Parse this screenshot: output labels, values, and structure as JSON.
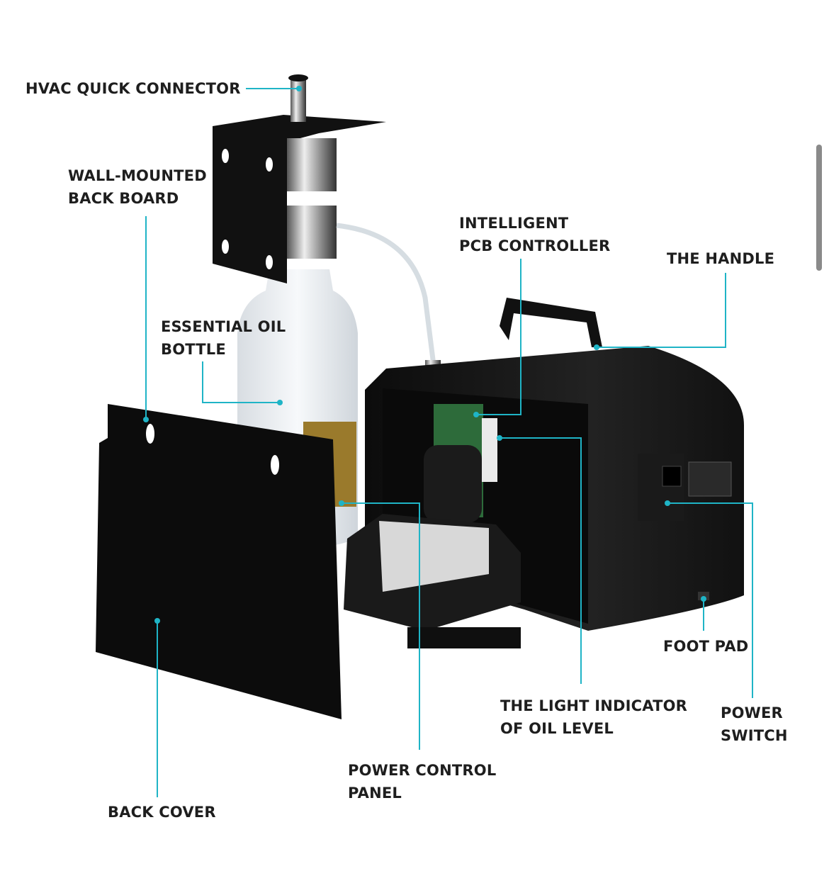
{
  "labels": {
    "hvac": "HVAC QUICK CONNECTOR",
    "backboard_1": "WALL-MOUNTED",
    "backboard_2": "BACK BOARD",
    "bottle_1": "ESSENTIAL OIL",
    "bottle_2": "BOTTLE",
    "pcb_1": "INTELLIGENT",
    "pcb_2": "PCB CONTROLLER",
    "handle": "THE HANDLE",
    "footpad": "FOOT PAD",
    "switch_1": "POWER",
    "switch_2": "SWITCH",
    "light_1": "THE LIGHT INDICATOR",
    "light_2": "OF OIL LEVEL",
    "panel_1": "POWER CONTROL",
    "panel_2": "PANEL",
    "backcover": "BACK COVER"
  },
  "colors": {
    "callout": "#1fb4c6",
    "text": "#1e1e1e",
    "body": "#121212"
  }
}
